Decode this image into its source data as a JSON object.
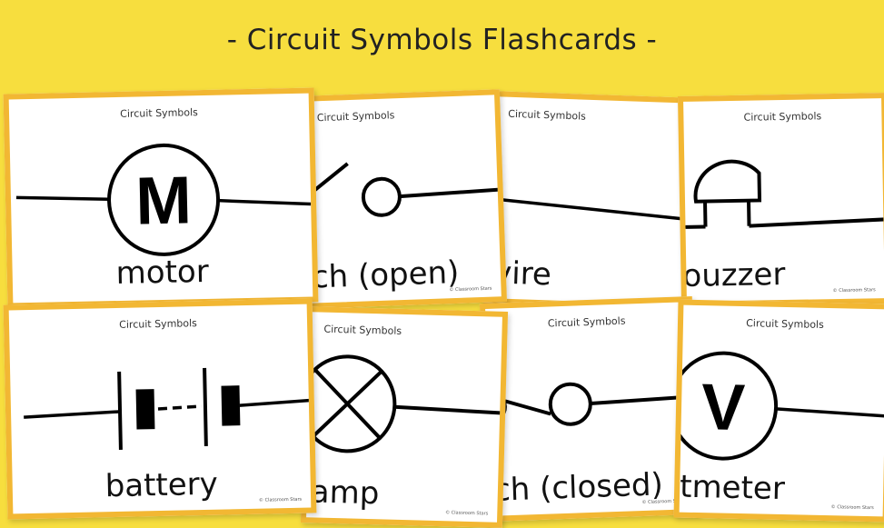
{
  "page_title": "- Circuit Symbols Flashcards -",
  "cards": [
    {
      "header": "Circuit Symbols",
      "label": "motor",
      "symbol_letter": "M"
    },
    {
      "header": "Circuit Symbols",
      "label": "ch (open)",
      "credit": "© Classroom Stars"
    },
    {
      "header": "Circuit Symbols",
      "label": "vire"
    },
    {
      "header": "Circuit Symbols",
      "label": "ouzzer",
      "credit": "© Classroom Stars"
    },
    {
      "header": "Circuit Symbols",
      "label": "battery",
      "credit": "© Classroom Stars"
    },
    {
      "header": "Circuit Symbols",
      "label": "amp",
      "credit": "© Classroom Stars"
    },
    {
      "header": "Circuit Symbols",
      "label": "ch (closed)",
      "credit": "© Classroom Stars"
    },
    {
      "header": "Circuit Symbols",
      "label": "tmeter",
      "symbol_letter": "V",
      "credit": "© Classroom Stars"
    }
  ],
  "colors": {
    "background": "#F7DE3E",
    "card_border": "#F2B733"
  }
}
